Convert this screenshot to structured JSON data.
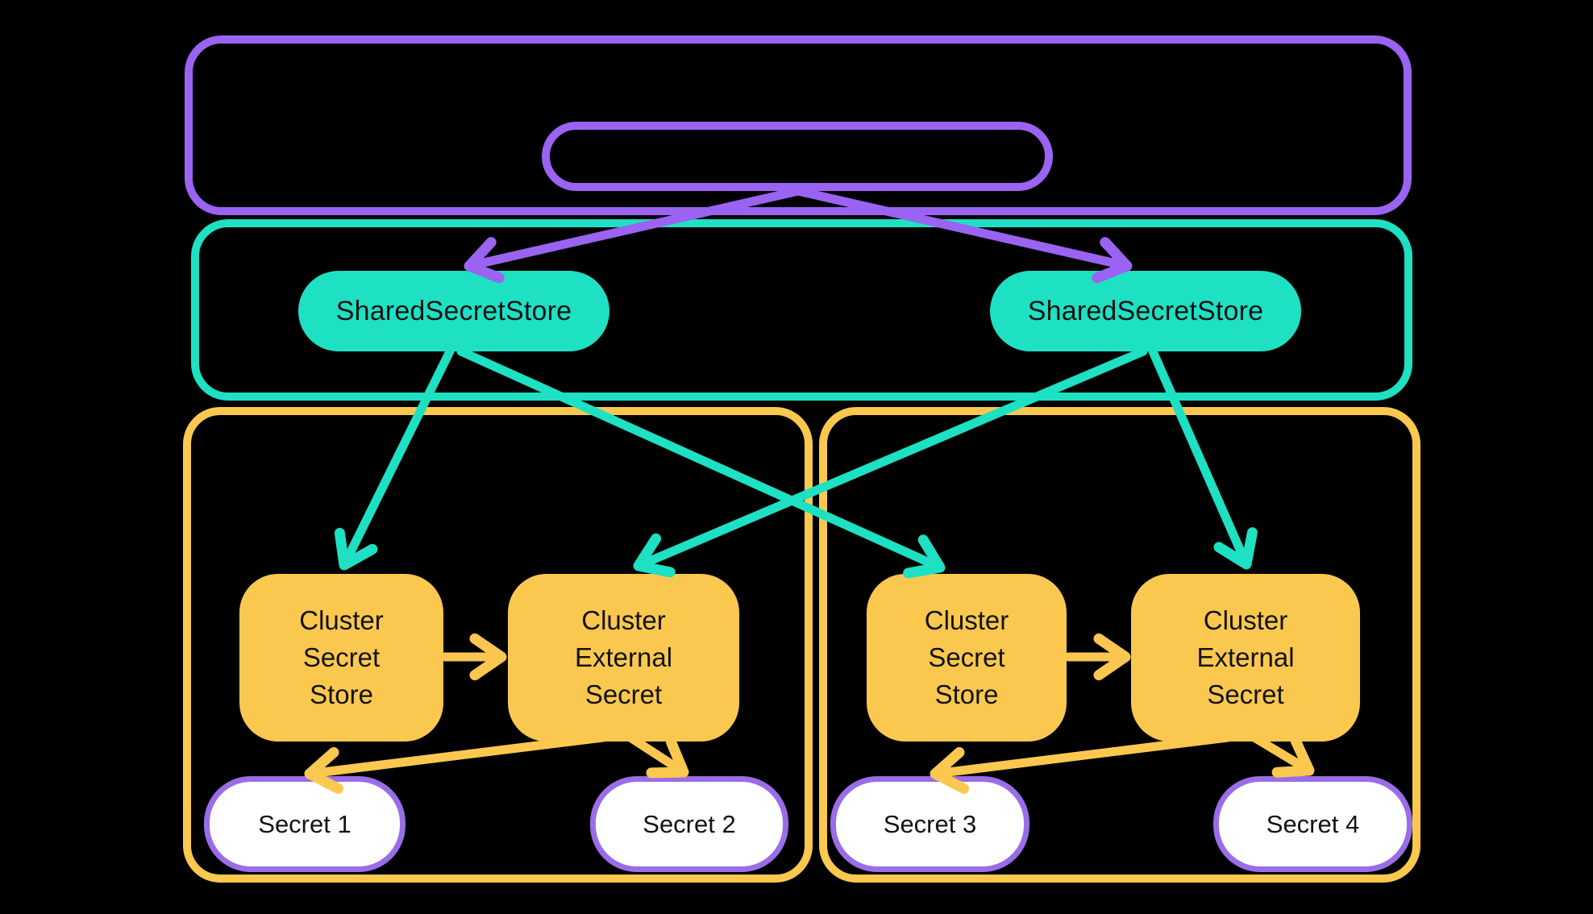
{
  "colors": {
    "background": "#000000",
    "purple": "#9B63F2",
    "teal": "#1EE0C3",
    "yellow": "#FAC84F",
    "secret_border": "#9A6DE8",
    "secret_fill": "#FFFFFF",
    "text": "#131313"
  },
  "store_row": {
    "left_store_label": "SharedSecretStore",
    "right_store_label": "SharedSecretStore"
  },
  "cluster_left": {
    "secret_store_label": "Cluster\nSecret\nStore",
    "external_secret_label": "Cluster\nExternal\nSecret",
    "secret_1_label": "Secret 1",
    "secret_2_label": "Secret 2"
  },
  "cluster_right": {
    "secret_store_label": "Cluster\nSecret\nStore",
    "external_secret_label": "Cluster\nExternal\nSecret",
    "secret_1_label": "Secret 3",
    "secret_2_label": "Secret 4"
  }
}
